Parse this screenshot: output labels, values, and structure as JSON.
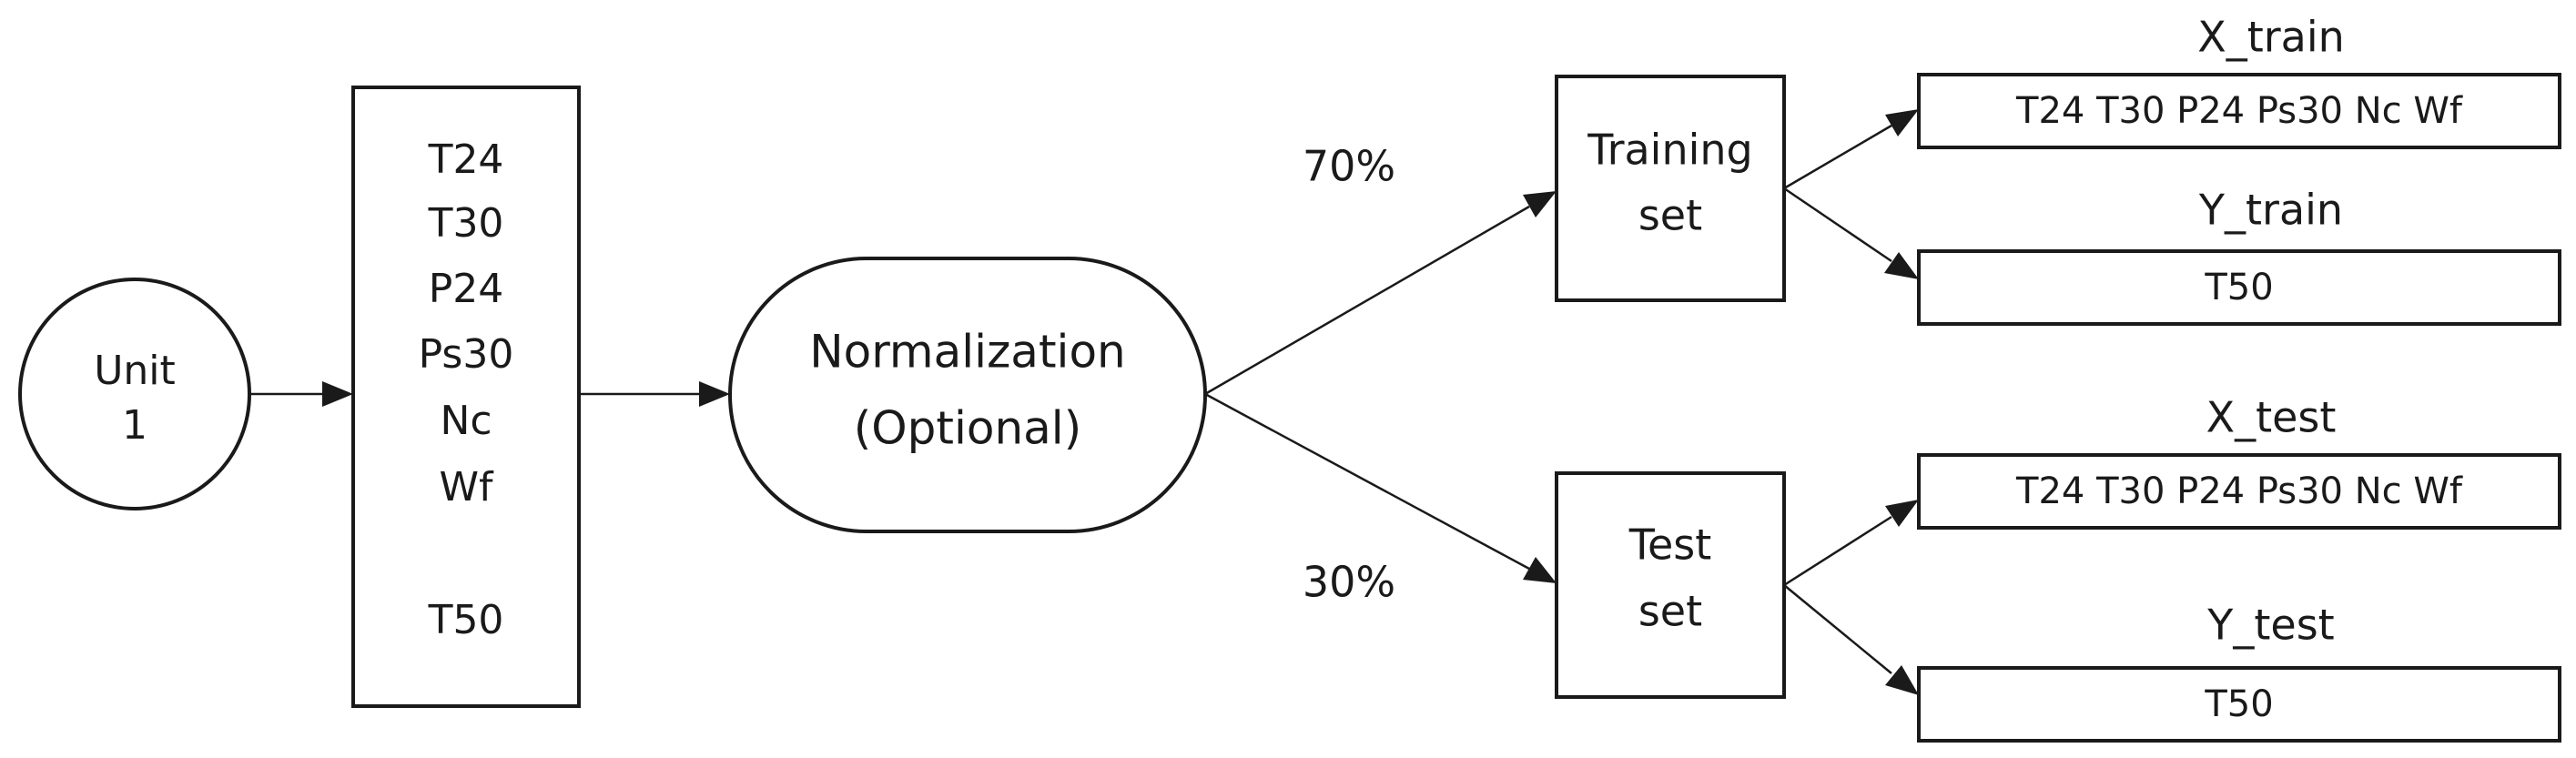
{
  "diagram": {
    "unit_node": {
      "line1": "Unit",
      "line2": "1"
    },
    "features_node": {
      "items": [
        "T24",
        "T30",
        "P24",
        "Ps30",
        "Nc",
        "Wf"
      ],
      "target": "T50"
    },
    "normalization_node": {
      "line1": "Normalization",
      "line2": "(Optional)"
    },
    "split": {
      "train_pct": "70%",
      "test_pct": "30%"
    },
    "training_set_node": {
      "line1": "Training",
      "line2": "set"
    },
    "test_set_node": {
      "line1": "Test",
      "line2": "set"
    },
    "outputs": {
      "x_train": {
        "title": "X_train",
        "value": "T24 T30 P24 Ps30 Nc Wf"
      },
      "y_train": {
        "title": "Y_train",
        "value": "T50"
      },
      "x_test": {
        "title": "X_test",
        "value": "T24 T30 P24 Ps30 Nc Wf"
      },
      "y_test": {
        "title": "Y_test",
        "value": "T50"
      }
    }
  }
}
